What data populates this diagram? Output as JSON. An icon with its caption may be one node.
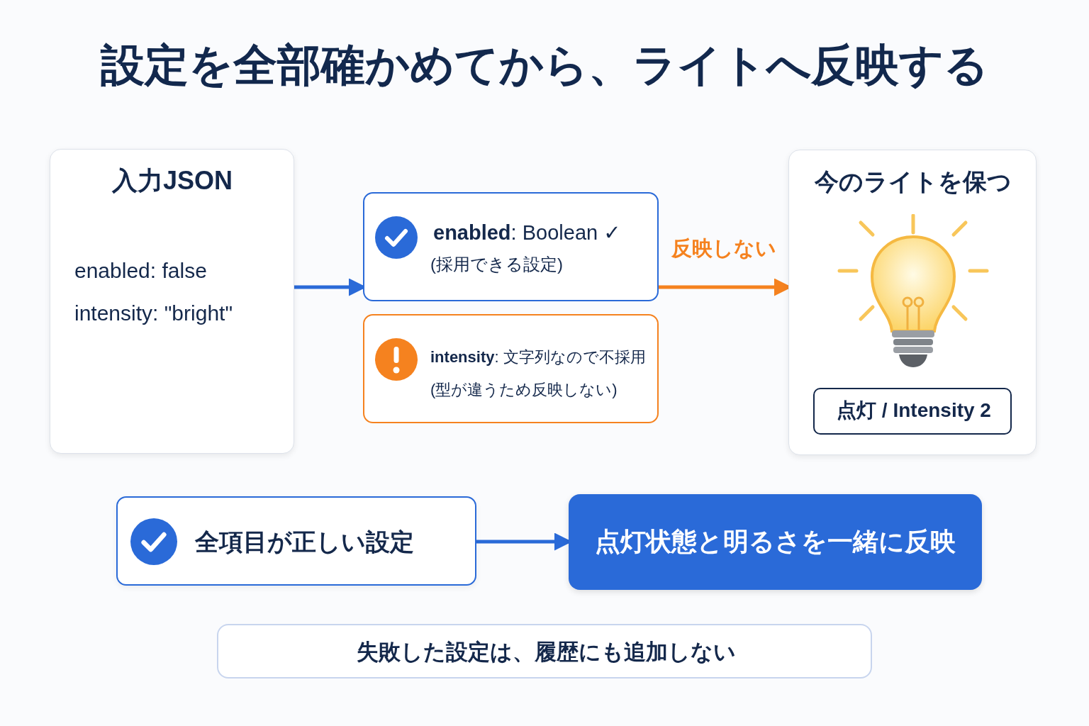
{
  "diagram": {
    "title": "設定を全部確かめてから、ライトへ反映する",
    "nodes": [
      {
        "text": [
          "入力JSON",
          "enabled: false",
          "intensity: \"bright\""
        ]
      },
      {
        "text": [
          "**enabled**: Boolean ✓",
          "(採用できる設定)"
        ]
      },
      {
        "text": [
          "**intensity**: 文字列なので不採用",
          "(型が違うため反映しない)"
        ]
      },
      {
        "text": [
          "今のライトを保つ"
        ]
      },
      {
        "text": [
          "点灯 / Intensity 2"
        ],
        "in": 3
      },
      {
        "text": [
          "全項目が正しい設定"
        ]
      },
      {
        "text": [
          "点灯状態と明るさを一緒に反映"
        ]
      },
      {
        "text": [
          "失敗した設定は、履歴にも追加しない"
        ]
      }
    ],
    "edges": [
      {
        "from": 0,
        "to": 1,
        "arrow": "to"
      },
      {
        "from": 1,
        "to": 3,
        "arrow": "to",
        "label": "反映しない",
        "color": "#f5821f"
      },
      {
        "from": 5,
        "to": 6,
        "arrow": "to"
      }
    ]
  }
}
